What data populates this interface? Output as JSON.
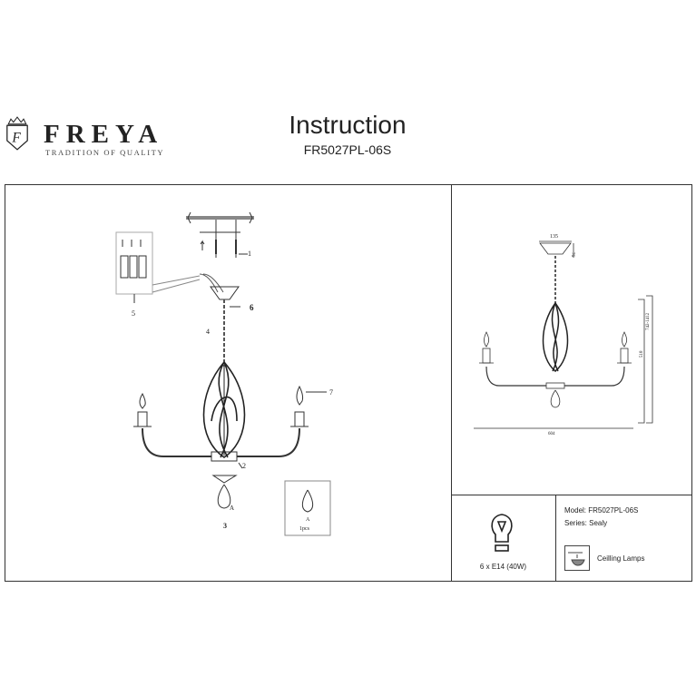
{
  "header": {
    "brand": "FREYA",
    "tagline": "TRADITION OF QUALITY",
    "title": "Instruction",
    "model_code": "FR5027PL-06S"
  },
  "assembly": {
    "labels": {
      "step1": "1",
      "step2": "2",
      "step3": "3",
      "step4": "4",
      "step5": "5",
      "step6": "6",
      "step7": "7",
      "part_a": "A"
    },
    "inset_part": {
      "label": "A",
      "quantity": "1pcs"
    }
  },
  "dimensions": {
    "canopy_width": "135",
    "canopy_height": "76",
    "total_height": "742-1412",
    "body_height": "518",
    "width": "604"
  },
  "specs": {
    "bulb": "6 x E14 (40W)",
    "model": "Model: FR5027PL-06S",
    "series": "Series: Sealy",
    "category": "Ceilling Lamps"
  }
}
